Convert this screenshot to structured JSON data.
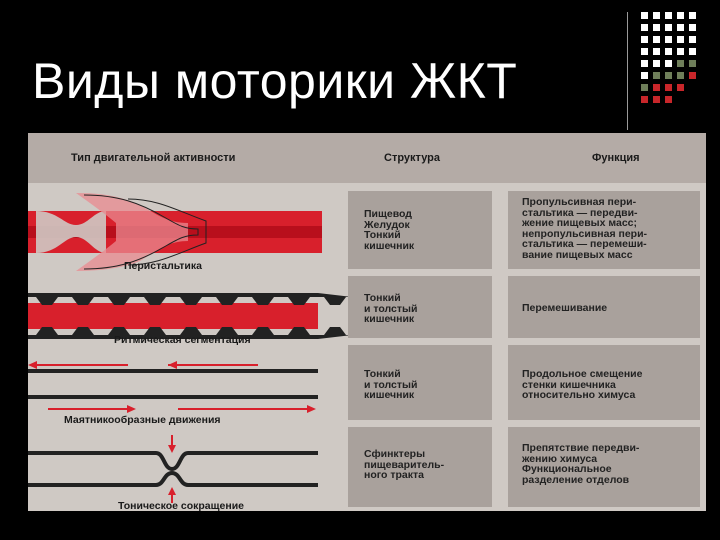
{
  "slide": {
    "title": "Виды моторики ЖКТ"
  },
  "figure": {
    "headers": {
      "activity": "Тип двигательной активности",
      "structure": "Структура",
      "function": "Функция"
    },
    "rows": [
      {
        "caption": "Перистальтика",
        "structure": [
          "Пищевод",
          "Желудок",
          "Тонкий",
          "кишечник"
        ],
        "function": [
          "Пропульсивная пери-",
          "стальтика — передви-",
          "жение пищевых масс;",
          "непропульсивная пери-",
          "стальтика — перемеши-",
          "вание пищевых масс"
        ]
      },
      {
        "caption": "Ритмическая сегментация",
        "structure": [
          "Тонкий",
          "и толстый",
          "кишечник"
        ],
        "function": [
          "Перемешивание"
        ]
      },
      {
        "caption": "Маятникообразные движения",
        "structure": [
          "Тонкий",
          "и толстый",
          "кишечник"
        ],
        "function": [
          "Продольное смещение",
          "стенки кишечника",
          "относительно химуса"
        ]
      },
      {
        "caption": "Тоническое сокращение",
        "structure": [
          "Сфинктеры",
          "пищеваритель-",
          "ного тракта"
        ],
        "function": [
          "Препятствие передви-",
          "жению химуса",
          "Функциональное",
          "разделение отделов"
        ]
      }
    ]
  },
  "colors": {
    "background": "#000000",
    "accent_red": "#d8202c",
    "dark_red": "#b80f1c",
    "pink": "#e98a90",
    "dot_green": "#6f7f5a",
    "dot_red": "#c8262a"
  }
}
